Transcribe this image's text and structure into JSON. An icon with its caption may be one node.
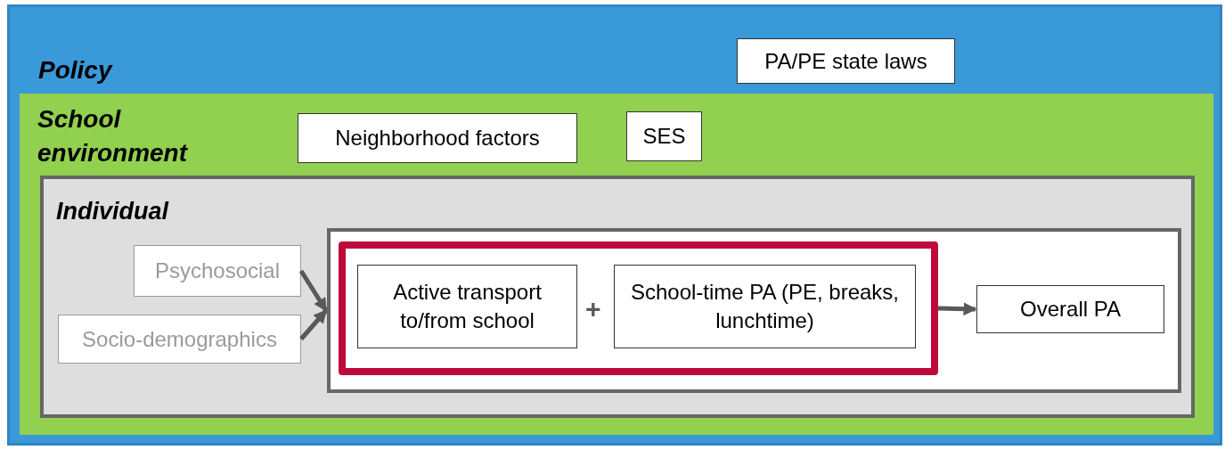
{
  "diagram": {
    "nodes": [
      {
        "text": [
          "Policy"
        ]
      },
      {
        "text": [
          "PA/PE state laws"
        ],
        "in": 0
      },
      {
        "text": [
          "School environment"
        ],
        "in": 0
      },
      {
        "text": [
          "Neighborhood factors"
        ],
        "in": 2
      },
      {
        "text": [
          "SES"
        ],
        "in": 2
      },
      {
        "text": [
          "Individual"
        ],
        "in": 2
      },
      {
        "text": [
          "Psychosocial"
        ],
        "in": 5
      },
      {
        "text": [
          "Socio-demographics"
        ],
        "in": 5
      },
      {
        "text": [],
        "shape": "box",
        "in": 5
      },
      {
        "text": [],
        "shape": "box",
        "in": 8
      },
      {
        "text": [
          "Active transport to/from school"
        ],
        "in": 9
      },
      {
        "text": [
          "School-time PA (PE, breaks, lunchtime)"
        ],
        "in": 9
      },
      {
        "text": [
          "Overall PA"
        ],
        "in": 8
      }
    ],
    "edges": [
      {
        "from": 6,
        "to": 8,
        "arrow": "to"
      },
      {
        "from": 7,
        "to": 8,
        "arrow": "to"
      },
      {
        "from": 9,
        "to": 12,
        "arrow": "to"
      }
    ],
    "labels": [
      "+"
    ]
  }
}
